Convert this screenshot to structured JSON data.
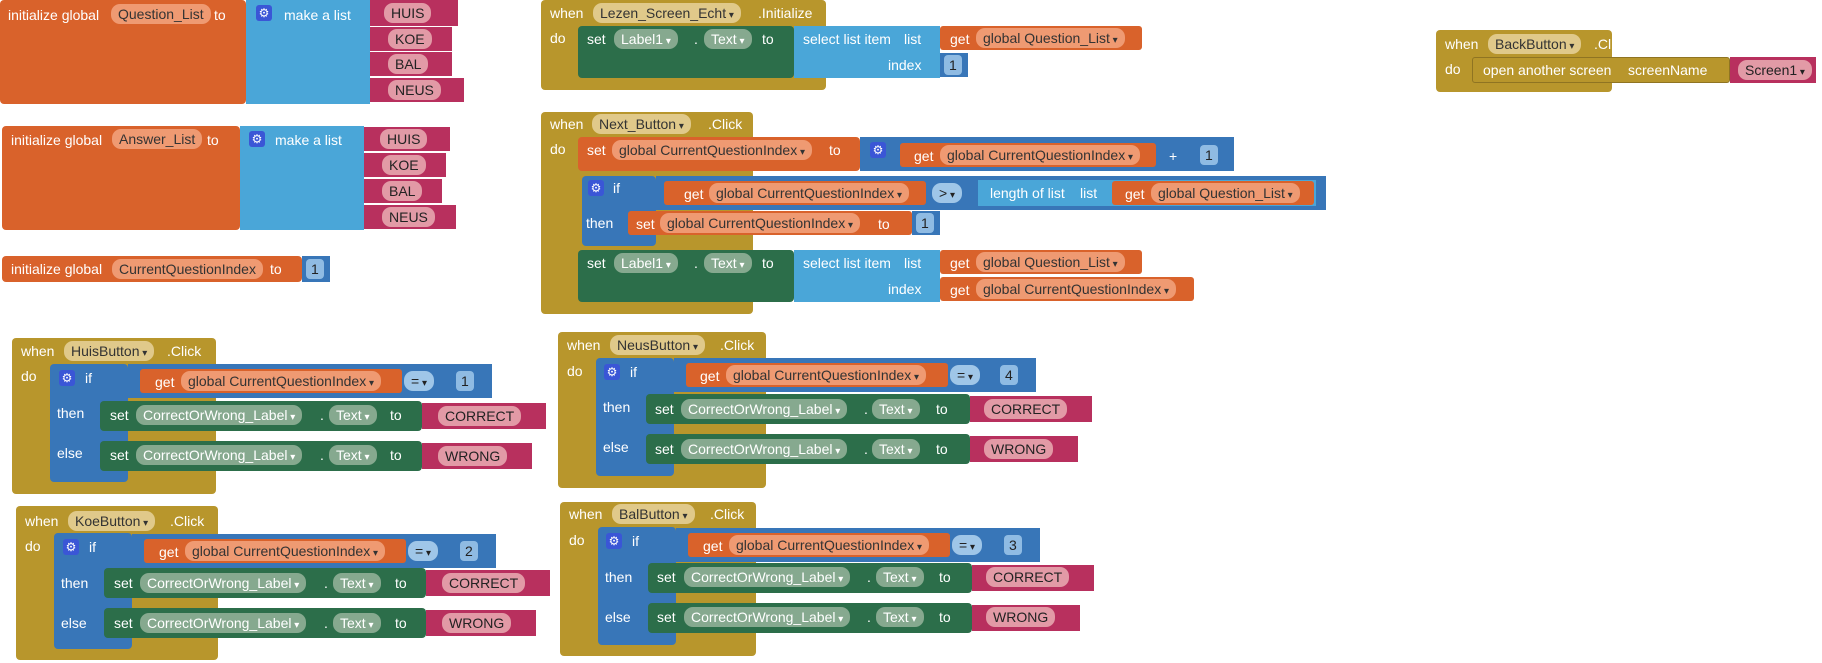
{
  "kw": {
    "initialize_global": "initialize global",
    "to": "to",
    "make_a_list": "make a list",
    "when": "when",
    "do": "do",
    "set": "set",
    "get": "get",
    "if": "if",
    "then": "then",
    "else": "else",
    "select_list_item": "select list item",
    "list": "list",
    "index": "index",
    "length_of_list": "length of list",
    "open_another_screen": "open another screen",
    "screenName": "screenName",
    "dot": ".",
    "click": ".Click",
    "initialize_evt": ".Initialize",
    "eq": "=",
    "gt": ">",
    "plus": "+"
  },
  "vars": {
    "question_list": "Question_List",
    "answer_list": "Answer_List",
    "current_index": "CurrentQuestionIndex",
    "g_question_list": "global Question_List",
    "g_current_index": "global CurrentQuestionIndex"
  },
  "items": [
    "HUIS",
    "KOE",
    "BAL",
    "NEUS"
  ],
  "components": {
    "screen": "Lezen_Screen_Echt",
    "label1": "Label1",
    "text": "Text",
    "next": "Next_Button",
    "back": "BackButton",
    "screen1": "Screen1",
    "huis": "HuisButton",
    "koe": "KoeButton",
    "neus": "NeusButton",
    "bal": "BalButton",
    "cow_label": "CorrectOrWrong_Label"
  },
  "values": {
    "correct": "CORRECT",
    "wrong": "WRONG",
    "n1": "1",
    "n2": "2",
    "n3": "3",
    "n4": "4"
  }
}
